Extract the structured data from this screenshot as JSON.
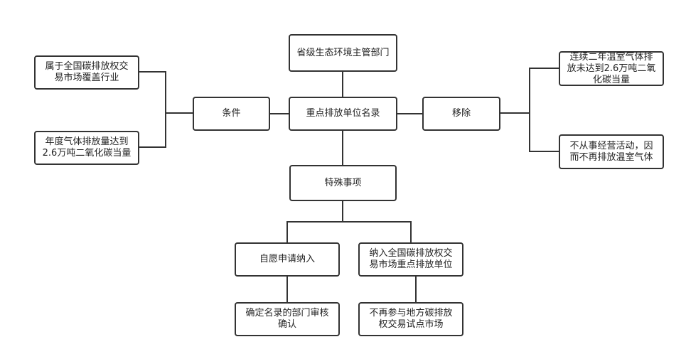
{
  "diagram": {
    "nodes": [
      {
        "id": "authority",
        "label": "省级生态环境主管部门"
      },
      {
        "id": "center",
        "label": "重点排放单位名录"
      },
      {
        "id": "conditions",
        "label": "条件"
      },
      {
        "id": "cond1",
        "label": "属于全国碳排放权交\n易市场覆盖行业"
      },
      {
        "id": "cond2",
        "label": "年度气体排放量达到\n2.6万吨二氧化碳当量"
      },
      {
        "id": "removal",
        "label": "移除"
      },
      {
        "id": "rem1",
        "label": "连续二年温室气体排\n放未达到2.6万吨二氧\n化碳当量"
      },
      {
        "id": "rem2",
        "label": "不从事经营活动，因\n而不再排放温室气体"
      },
      {
        "id": "special",
        "label": "特殊事项"
      },
      {
        "id": "voluntary",
        "label": "自愿申请纳入"
      },
      {
        "id": "confirm",
        "label": "确定名录的部门审核\n确认"
      },
      {
        "id": "included",
        "label": "纳入全国碳排放权交\n易市场重点排放单位"
      },
      {
        "id": "exit",
        "label": "不再参与地方碳排放\n权交易试点市场"
      }
    ]
  }
}
